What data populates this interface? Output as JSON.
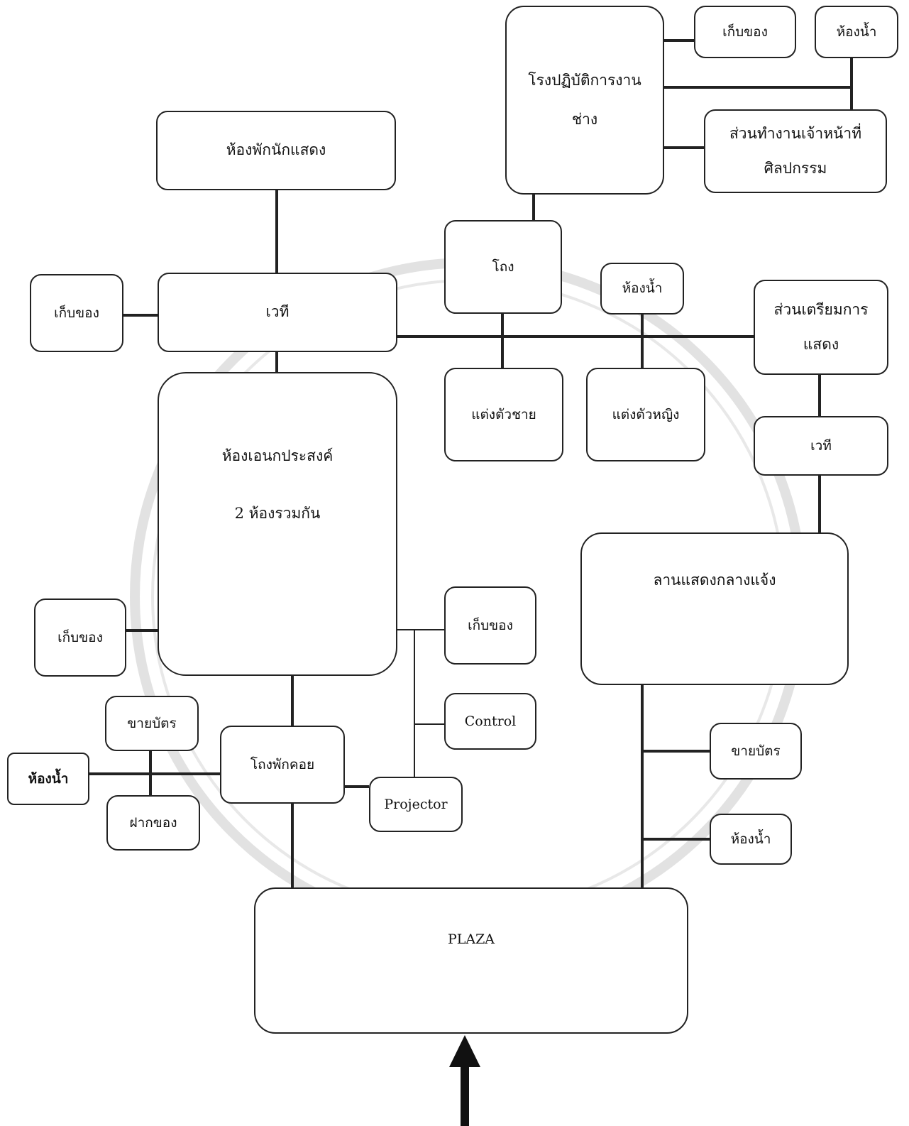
{
  "diagram": {
    "workshop": {
      "line1": "โรงปฏิบัติการงาน",
      "line2": "ช่าง"
    },
    "workshop_storage": "เก็บของ",
    "workshop_restroom": "ห้องน้ำ",
    "art_staff": {
      "line1": "ส่วนทำงานเจ้าหน้าที่",
      "line2": "ศิลปกรรม"
    },
    "performer_lounge": "ห้องพักนักแสดง",
    "wing": "โถง",
    "wing_restroom": "ห้องน้ำ",
    "stage_storage": "เก็บของ",
    "stage": "เวที",
    "show_prep": {
      "line1": "ส่วนเตรียมการ",
      "line2": "แสดง"
    },
    "male_dressing": "แต่งตัวชาย",
    "female_dressing": "แต่งตัวหญิง",
    "outdoor_stage": "เวที",
    "multipurpose": {
      "line1": "ห้องเอนกประสงค์",
      "line2": "2 ห้องรวมกัน"
    },
    "open_air_area": "ลานแสดงกลางแจ้ง",
    "hall_storage": "เก็บของ",
    "control_storage": "เก็บของ",
    "control": "Control",
    "ticket_left": "ขายบัตร",
    "restroom_left": "ห้องน้ำ",
    "lobby": "โถงพักคอย",
    "projector": "Projector",
    "cloakroom": "ฝากของ",
    "ticket_right": "ขายบัตร",
    "restroom_right": "ห้องน้ำ",
    "plaza": "PLAZA"
  }
}
